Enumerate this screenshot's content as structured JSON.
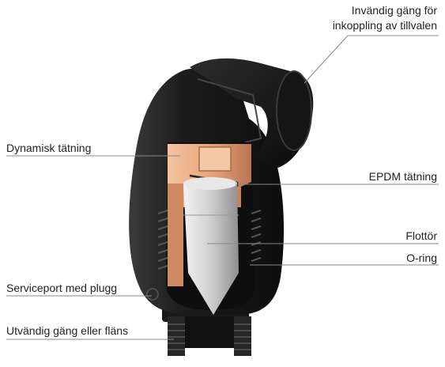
{
  "labels": {
    "internal_thread_line1": "Invändig gäng för",
    "internal_thread_line2": "inkoppling av tillvalen",
    "dynamic_seal": "Dynamisk tätning",
    "epdm_seal": "EPDM tätning",
    "float": "Flottör",
    "o_ring": "O-ring",
    "service_port": "Serviceport med plugg",
    "external_thread": "Utvändig gäng eller fläns"
  },
  "colors": {
    "body": "#1c1c1c",
    "body_highlight": "#3a3a3a",
    "copper_part": "#e9a57a",
    "float": "#cfcfcf",
    "leader_line": "#888888",
    "text": "#222222"
  }
}
